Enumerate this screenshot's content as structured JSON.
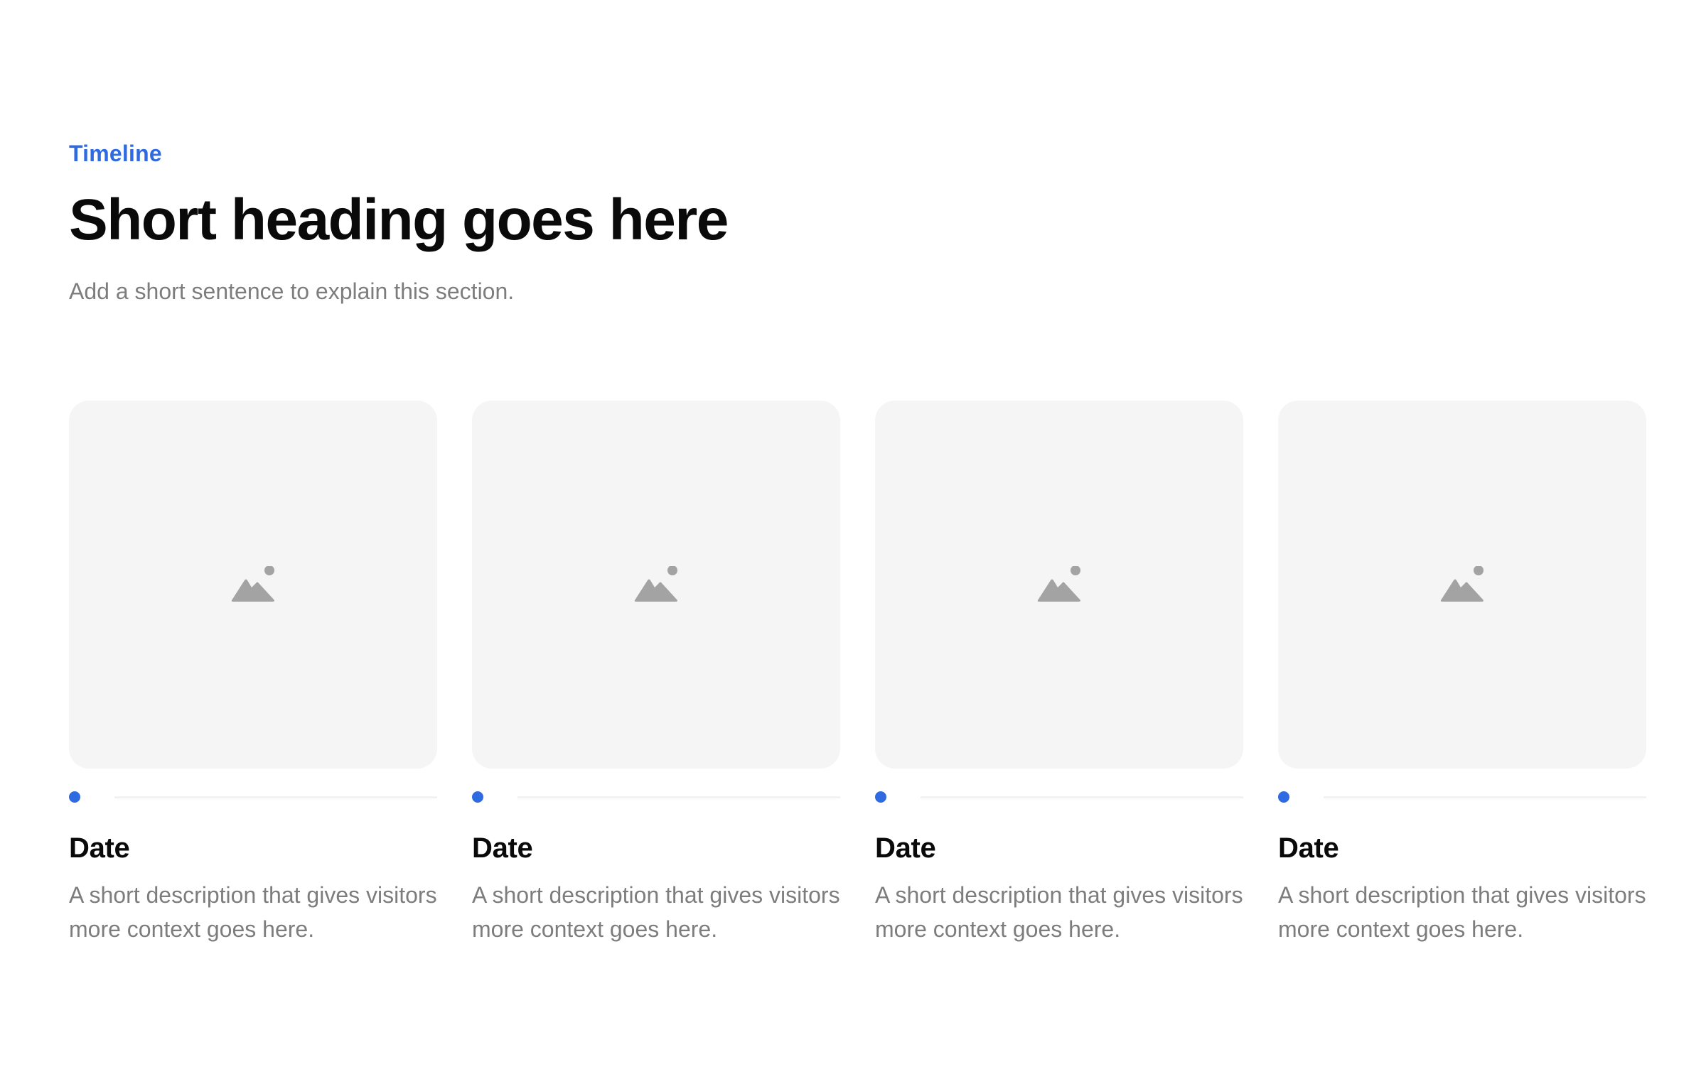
{
  "section": {
    "eyebrow": "Timeline",
    "heading": "Short heading goes here",
    "subheading": "Add a short sentence to explain this section."
  },
  "colors": {
    "accent": "#2f6ae0",
    "heading": "#0a0a0a",
    "muted_text": "#7d7d7d",
    "placeholder_bg": "#f5f5f5",
    "placeholder_icon": "#a3a3a3"
  },
  "timeline": {
    "items": [
      {
        "icon": "image-placeholder-icon",
        "date": "Date",
        "description": "A short description that gives visitors more context goes here."
      },
      {
        "icon": "image-placeholder-icon",
        "date": "Date",
        "description": "A short description that gives visitors more context goes here."
      },
      {
        "icon": "image-placeholder-icon",
        "date": "Date",
        "description": "A short description that gives visitors more context goes here."
      },
      {
        "icon": "image-placeholder-icon",
        "date": "Date",
        "description": "A short description that gives visitors more context goes here."
      }
    ]
  }
}
